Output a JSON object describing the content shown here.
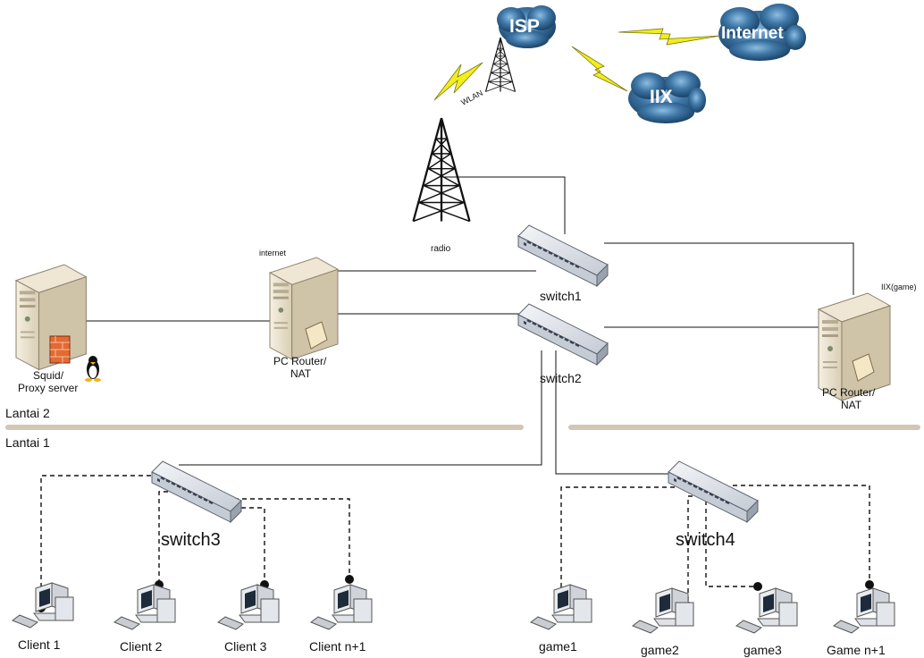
{
  "clouds": {
    "isp": "ISP",
    "internet": "Internet",
    "iix": "IIX"
  },
  "labels": {
    "wlan": "WLAN",
    "radio": "radio",
    "internet_router_caption": "internet",
    "iix_router_caption": "IIX(game)",
    "proxy_line1": "Squid/",
    "proxy_line2": "Proxy server",
    "router1_line1": "PC Router/",
    "router1_line2": "NAT",
    "router2_line1": "PC Router/",
    "router2_line2": "NAT",
    "switch1": "switch1",
    "switch2": "switch2",
    "switch3": "switch3",
    "switch4": "switch4",
    "floor_upper": "Lantai 2",
    "floor_lower": "Lantai 1"
  },
  "clients": [
    "Client 1",
    "Client 2",
    "Client 3",
    "Client n+1"
  ],
  "games": [
    "game1",
    "game2",
    "game3",
    "Game n+1"
  ],
  "colors": {
    "cloud_dark": "#163a5c",
    "cloud_mid": "#3f78a8",
    "cloud_light": "#8fbde0",
    "lightning": "#f2ee1a",
    "floor_bar": "#d2c6b4",
    "server_body": "#e7ddc6",
    "switch_body": "#dde2ea"
  },
  "icons": {
    "tower": "radio-tower-icon",
    "server": "server-tower-icon",
    "switch": "network-switch-icon",
    "pc": "desktop-pc-icon",
    "linux": "tux-penguin-icon",
    "firewall": "firewall-icon"
  }
}
